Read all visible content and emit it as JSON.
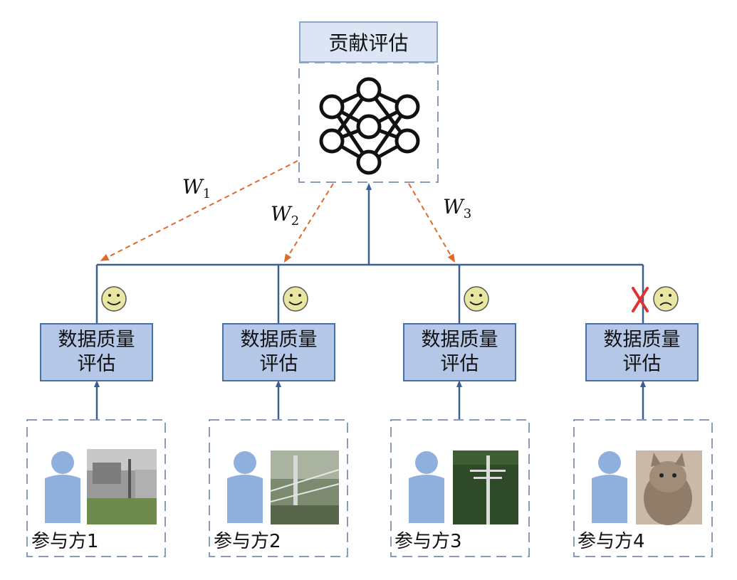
{
  "top": {
    "title": "贡献评估"
  },
  "weights": [
    {
      "symbol": "W",
      "sub": "1"
    },
    {
      "symbol": "W",
      "sub": "2"
    },
    {
      "symbol": "W",
      "sub": "3"
    }
  ],
  "evaluators": [
    {
      "line1": "数据质量",
      "line2": "评估",
      "status": "accepted"
    },
    {
      "line1": "数据质量",
      "line2": "评估",
      "status": "accepted"
    },
    {
      "line1": "数据质量",
      "line2": "评估",
      "status": "accepted"
    },
    {
      "line1": "数据质量",
      "line2": "评估",
      "status": "rejected"
    }
  ],
  "participants": [
    {
      "label": "参与方1",
      "image": "street-pole-photo"
    },
    {
      "label": "参与方2",
      "image": "power-line-photo"
    },
    {
      "label": "参与方3",
      "image": "pole-in-greenery-photo"
    },
    {
      "label": "参与方4",
      "image": "kitten-photo"
    }
  ],
  "colors": {
    "box_fill": "#b4c7e7",
    "box_border": "#4a6fa5",
    "main_line": "#3d5f8f",
    "dashed_arrow": "#e06a2b",
    "dashed_frame": "#8a9bb8",
    "smile_face": "#e8e6a0",
    "reject_x": "#e03030"
  }
}
